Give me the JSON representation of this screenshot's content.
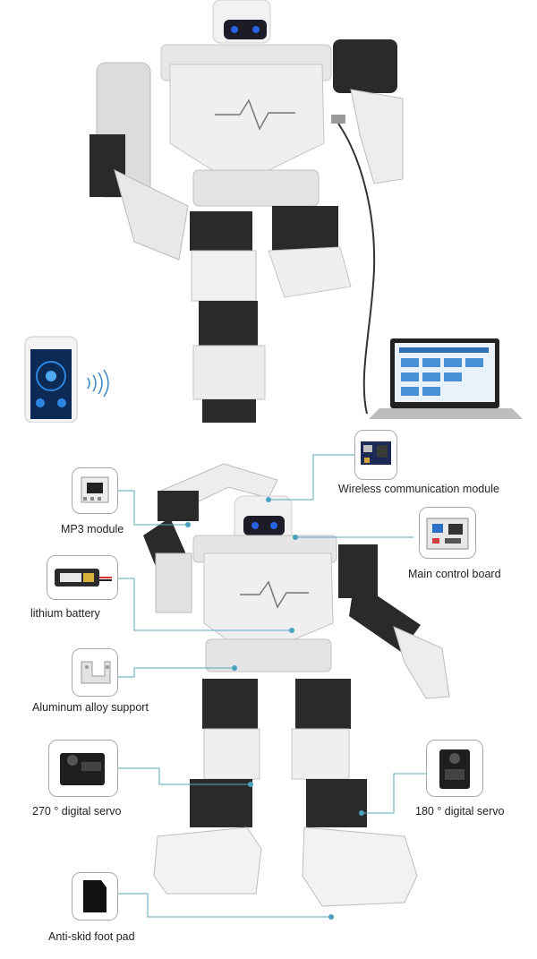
{
  "top_panel": {
    "phone": {
      "app": "robot-remote-app"
    },
    "signal": "wireless-signal",
    "laptop": {
      "app": "robot-control-software"
    }
  },
  "components": [
    {
      "id": "wireless",
      "label": "Wireless communication module",
      "icon": "wireless-module-icon"
    },
    {
      "id": "mp3",
      "label": "MP3 module",
      "icon": "mp3-module-icon"
    },
    {
      "id": "board",
      "label": "Main control board",
      "icon": "main-board-icon"
    },
    {
      "id": "battery",
      "label": "lithium battery",
      "icon": "battery-icon"
    },
    {
      "id": "bracket",
      "label": "Aluminum alloy support",
      "icon": "bracket-icon"
    },
    {
      "id": "servo270",
      "label": "270 ° digital servo",
      "icon": "servo-270-icon"
    },
    {
      "id": "servo180",
      "label": "180 ° digital servo",
      "icon": "servo-180-icon"
    },
    {
      "id": "footpad",
      "label": "Anti-skid foot pad",
      "icon": "foot-pad-icon"
    }
  ],
  "colors": {
    "line": "#5aa8b8",
    "dot": "#4aa0c0",
    "robot_white": "#eeeeee",
    "servo_dark": "#2a2a2a",
    "eye": "#2a63e6"
  }
}
